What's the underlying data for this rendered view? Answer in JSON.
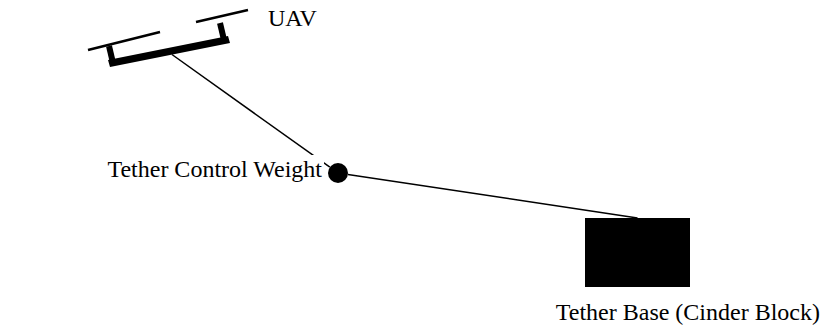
{
  "diagram": {
    "nodes": [
      {
        "text": [
          "UAV"
        ]
      },
      {
        "text": [
          "Tether Control Weight"
        ]
      },
      {
        "text": [
          "Tether Base (Cinder Block)"
        ]
      }
    ],
    "edges": [
      {
        "from": 0,
        "to": 1,
        "arrow": "none"
      },
      {
        "from": 1,
        "to": 2,
        "arrow": "none"
      }
    ]
  }
}
